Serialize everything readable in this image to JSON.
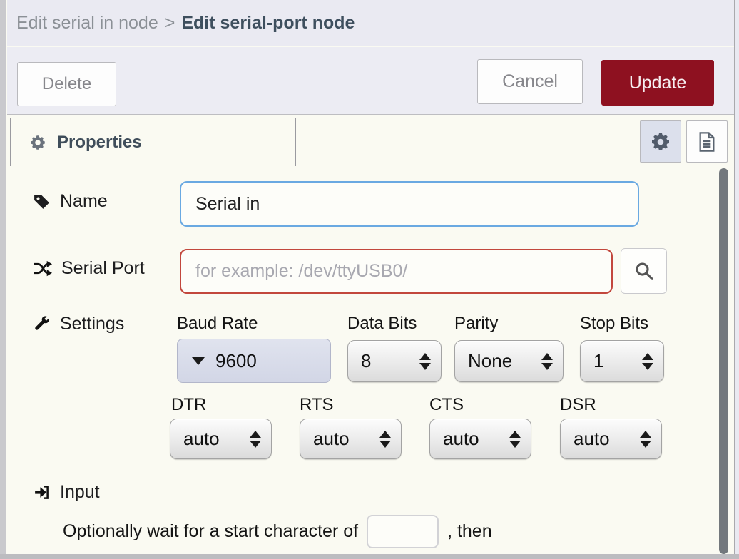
{
  "header": {
    "breadcrumb_prev": "Edit serial in node",
    "breadcrumb_separator": ">",
    "breadcrumb_current": "Edit serial-port node"
  },
  "toolbar": {
    "delete_label": "Delete",
    "cancel_label": "Cancel",
    "update_label": "Update"
  },
  "tabs": {
    "properties_label": "Properties"
  },
  "form": {
    "name": {
      "label": "Name",
      "value": "Serial in"
    },
    "serial_port": {
      "label": "Serial Port",
      "placeholder": "for example: /dev/ttyUSB0/"
    },
    "settings": {
      "label": "Settings",
      "baud_rate": {
        "label": "Baud Rate",
        "value": "9600"
      },
      "data_bits": {
        "label": "Data Bits",
        "value": "8"
      },
      "parity": {
        "label": "Parity",
        "value": "None"
      },
      "stop_bits": {
        "label": "Stop Bits",
        "value": "1"
      },
      "dtr": {
        "label": "DTR",
        "value": "auto"
      },
      "rts": {
        "label": "RTS",
        "value": "auto"
      },
      "cts": {
        "label": "CTS",
        "value": "auto"
      },
      "dsr": {
        "label": "DSR",
        "value": "auto"
      }
    },
    "input_section": {
      "label": "Input",
      "wait_text_before": "Optionally wait for a start character of",
      "start_character_value": "",
      "wait_text_after": ", then"
    }
  },
  "colors": {
    "update_button_bg": "#8e1120",
    "name_input_border": "#6aa9e2",
    "serial_input_border": "#c2473d",
    "active_tool_button_bg": "#dce0ec",
    "header_bg": "#eaeaf2",
    "panel_bg": "#fafaf2"
  }
}
